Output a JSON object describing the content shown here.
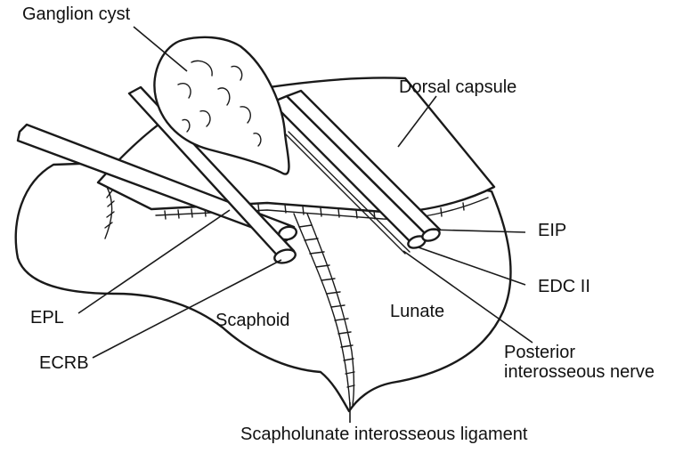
{
  "labels": {
    "ganglion_cyst": "Ganglion cyst",
    "dorsal_capsule": "Dorsal capsule",
    "eip": "EIP",
    "edc_ii": "EDC II",
    "epl": "EPL",
    "ecrb": "ECRB",
    "scaphoid": "Scaphoid",
    "lunate": "Lunate",
    "posterior_interosseous_nerve_line1": "Posterior",
    "posterior_interosseous_nerve_line2": "interosseous nerve",
    "scapholunate_ligament": "Scapholunate interosseous ligament"
  }
}
